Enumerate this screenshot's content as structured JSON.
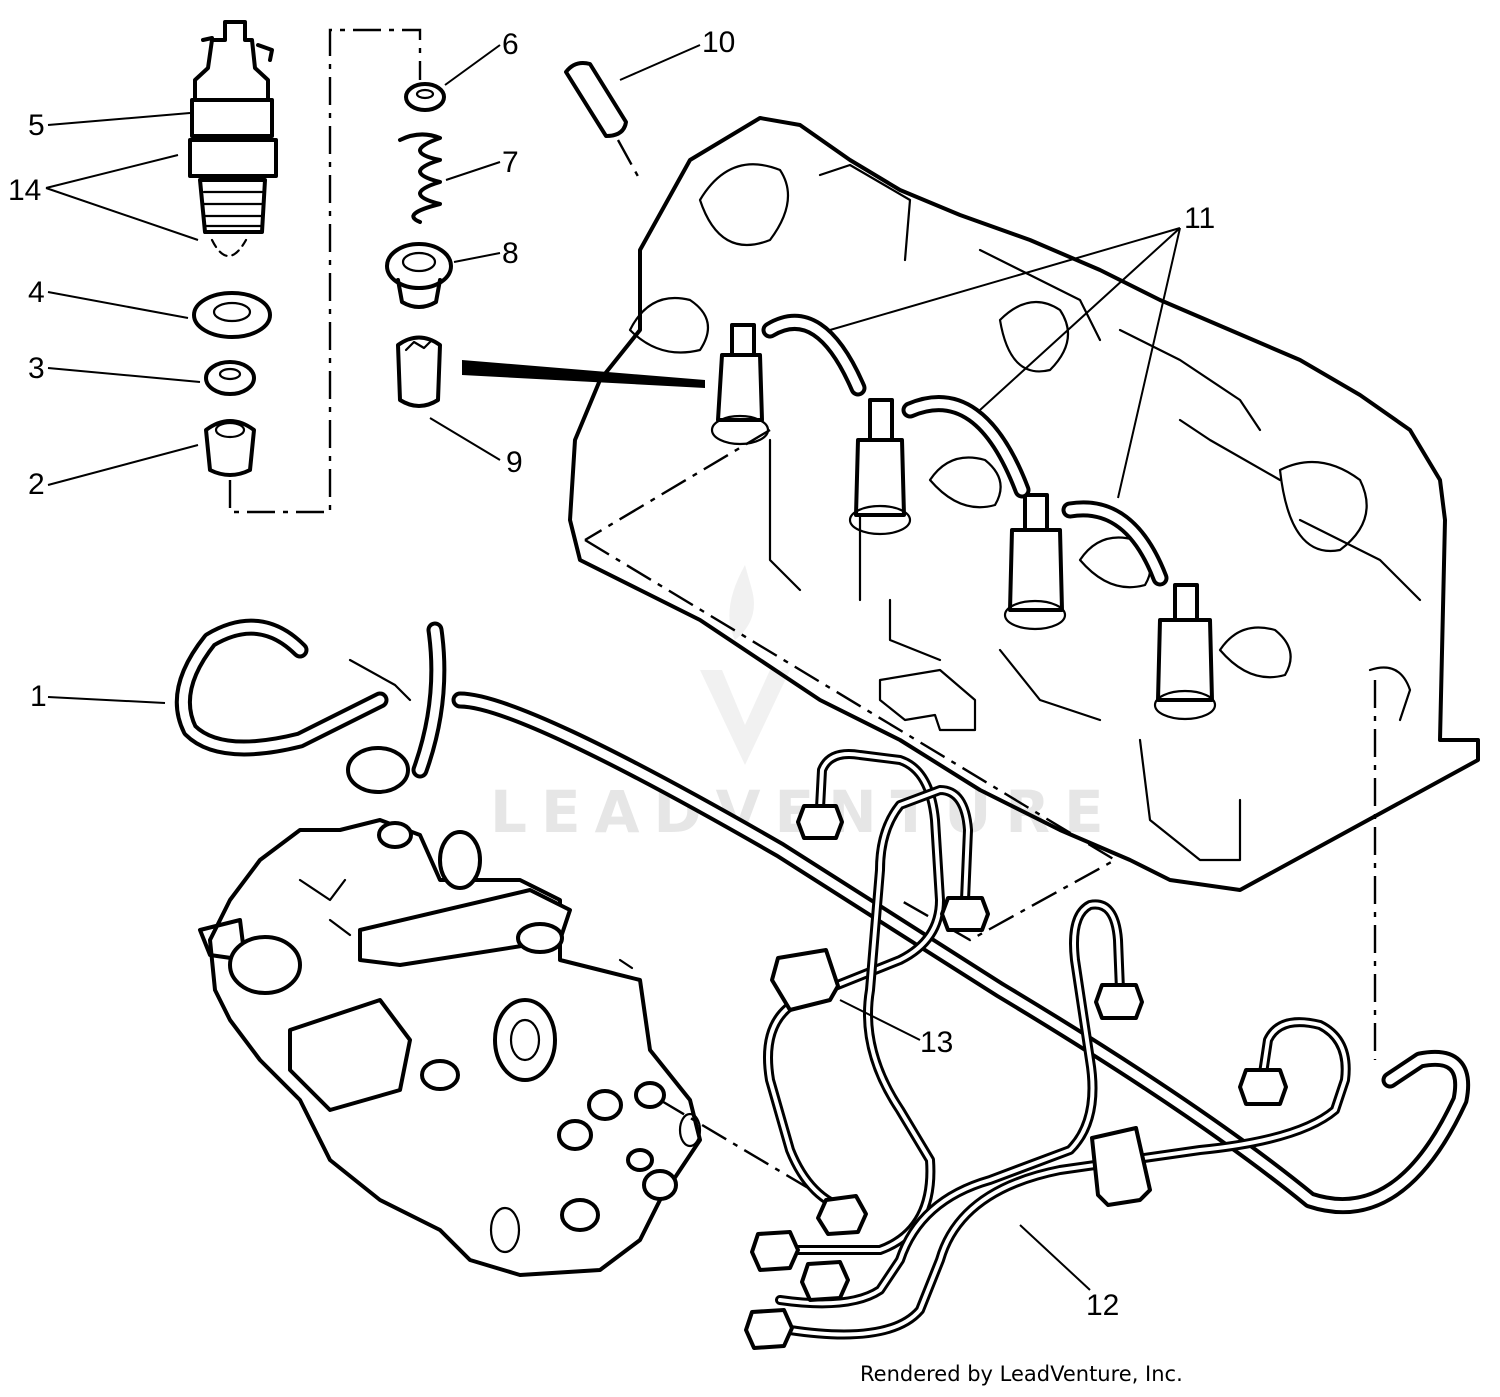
{
  "callouts": [
    {
      "id": "1",
      "label": "1"
    },
    {
      "id": "2",
      "label": "2"
    },
    {
      "id": "3",
      "label": "3"
    },
    {
      "id": "4",
      "label": "4"
    },
    {
      "id": "5",
      "label": "5"
    },
    {
      "id": "6",
      "label": "6"
    },
    {
      "id": "7",
      "label": "7"
    },
    {
      "id": "8",
      "label": "8"
    },
    {
      "id": "9",
      "label": "9"
    },
    {
      "id": "10",
      "label": "10"
    },
    {
      "id": "11",
      "label": "11"
    },
    {
      "id": "12",
      "label": "12"
    },
    {
      "id": "13",
      "label": "13"
    },
    {
      "id": "14",
      "label": "14"
    }
  ],
  "watermark": {
    "text": "LEADVENTURE",
    "icon": "leadventure-logo-icon"
  },
  "footer": {
    "credit": "Rendered by LeadVenture, Inc."
  },
  "colors": {
    "ink": "#000000",
    "background": "#ffffff",
    "watermark": "#e6e6e6"
  }
}
